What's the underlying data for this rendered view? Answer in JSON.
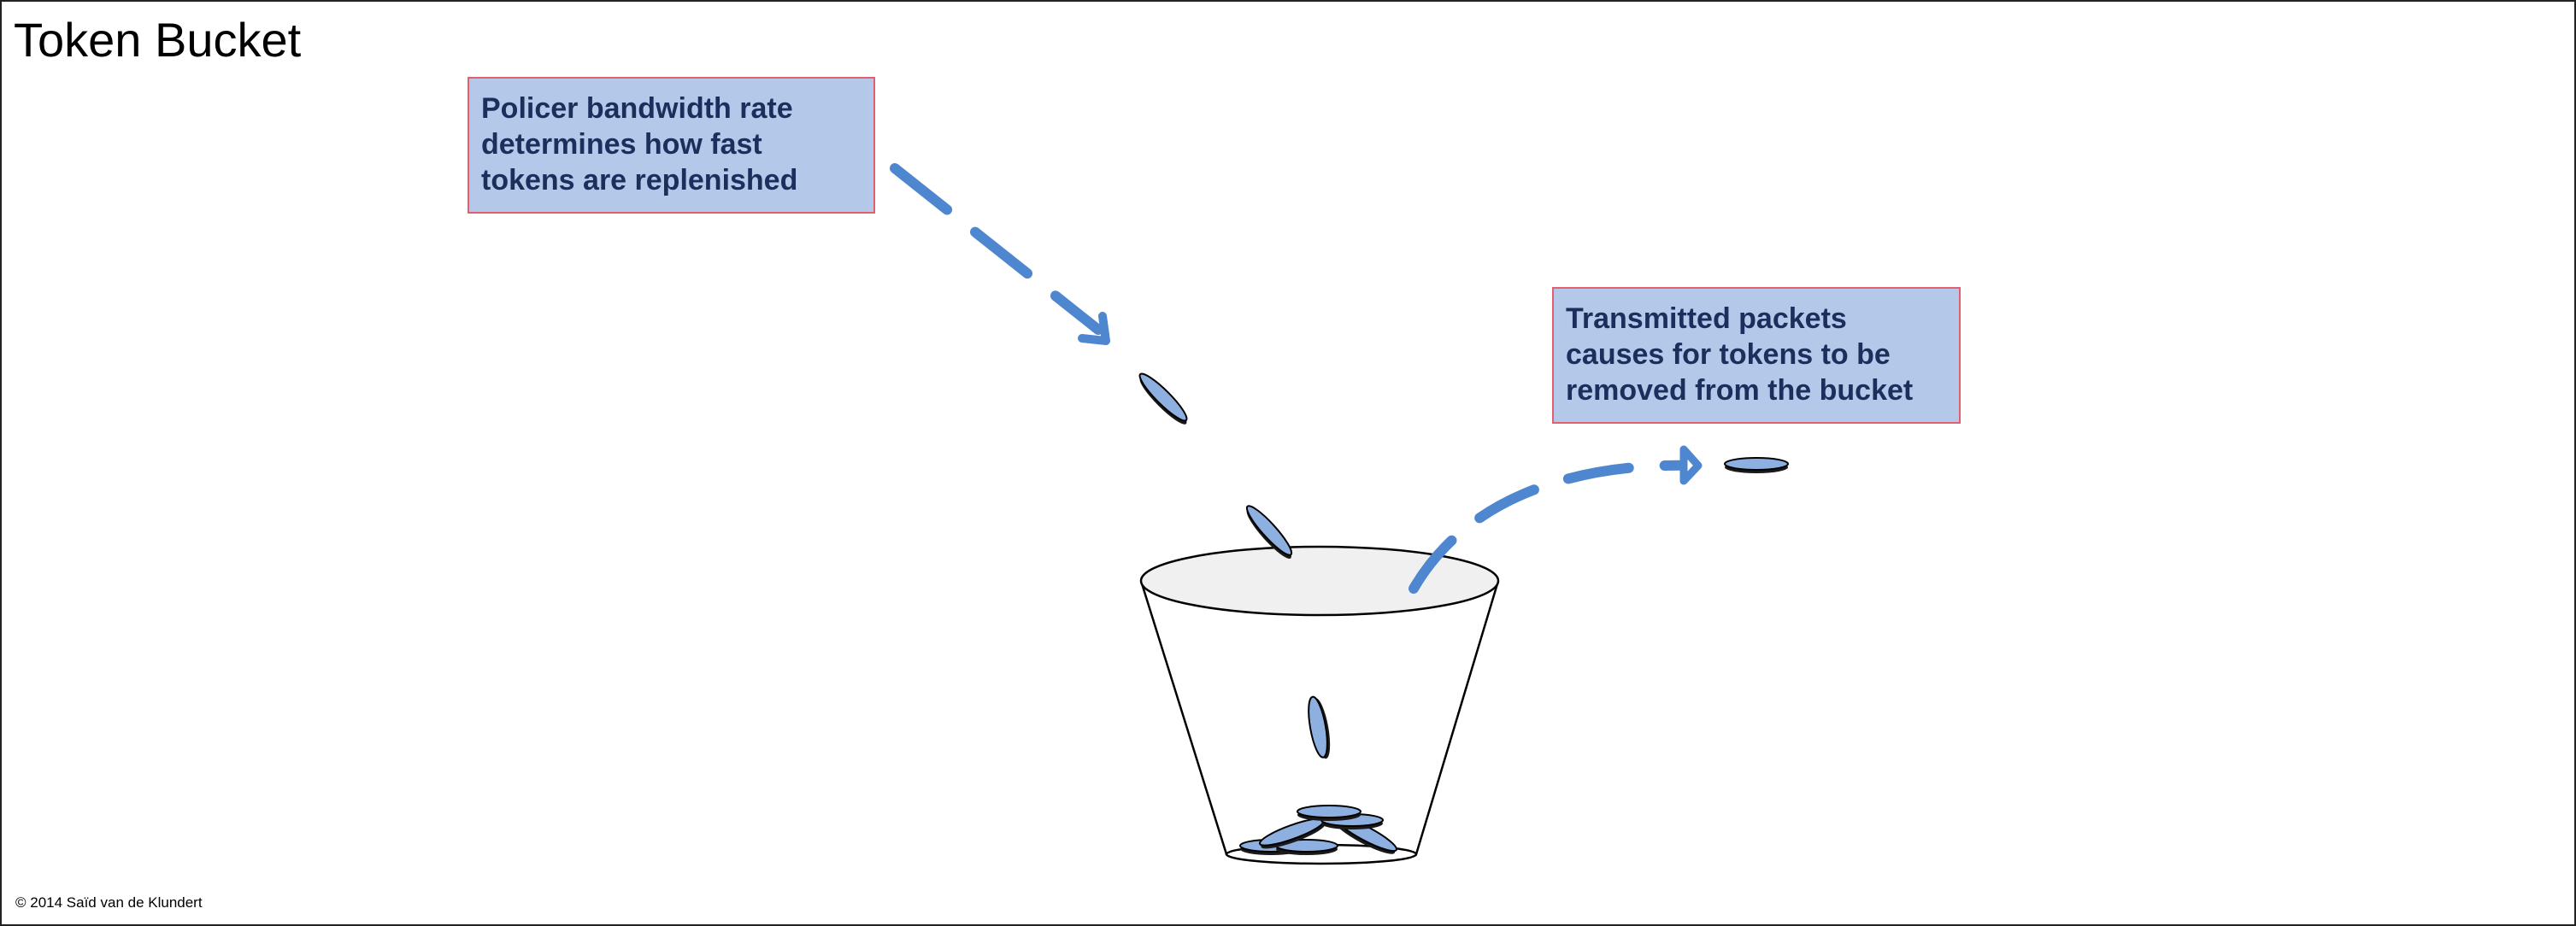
{
  "title": "Token Bucket",
  "callouts": {
    "replenish": "Policer bandwidth rate\ndetermines how fast\ntokens are replenished",
    "transmit": "Transmitted packets\ncauses for tokens to be\nremoved from the bucket"
  },
  "copyright": "© 2014 Saïd van de Klundert",
  "colors": {
    "token_fill": "#8eb0e0",
    "arrow": "#4f86d0",
    "callout_fill": "#b4c8ea",
    "callout_border": "#e06070",
    "callout_text": "#1a2f5c",
    "bucket_rim": "#f0f0f0"
  }
}
